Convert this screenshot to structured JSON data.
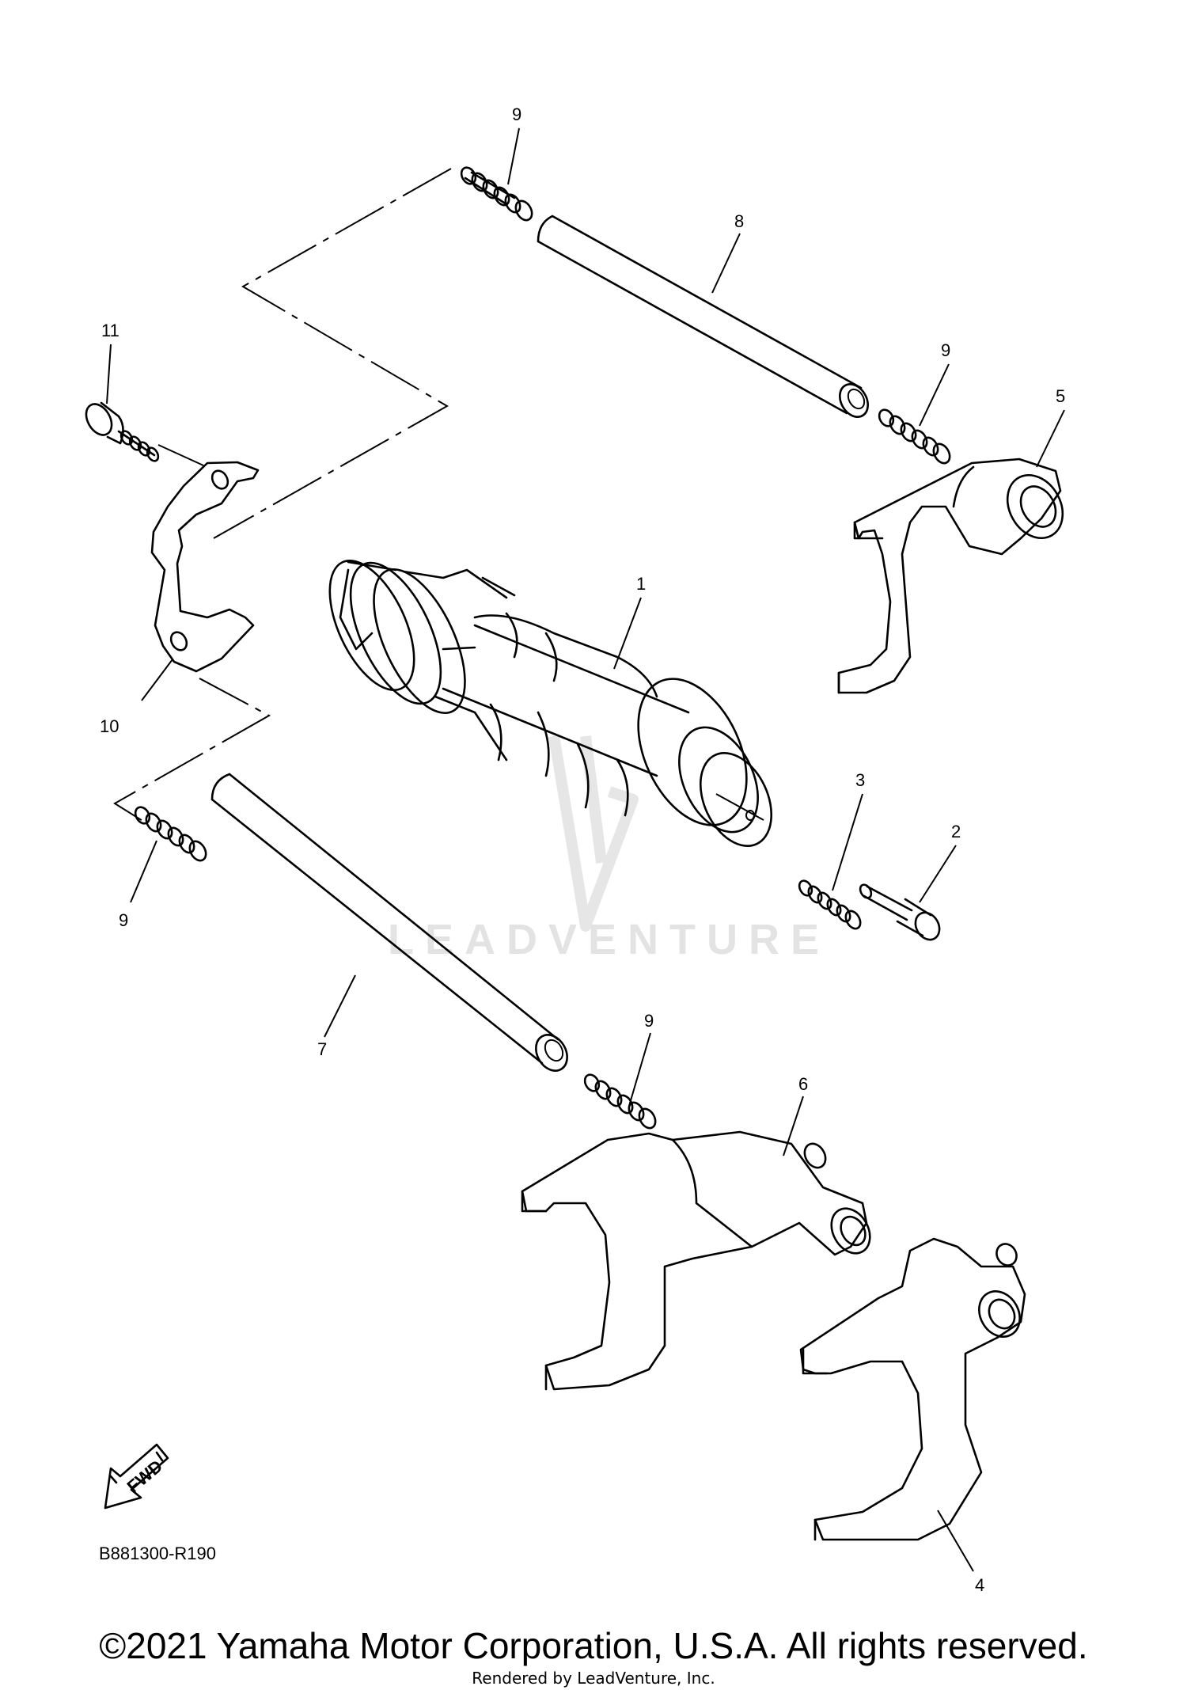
{
  "diagram_code": "B881300-R190",
  "fwd_label": "FWD",
  "watermark": "LEADVENTURE",
  "copyright": "©2021 Yamaha Motor Corporation, U.S.A. All rights reserved.",
  "rendered_by": "Rendered by LeadVenture, Inc.",
  "callouts": {
    "c1": "1",
    "c2": "2",
    "c3": "3",
    "c4": "4",
    "c5": "5",
    "c6": "6",
    "c7": "7",
    "c8": "8",
    "c9a": "9",
    "c9b": "9",
    "c9c": "9",
    "c9d": "9",
    "c10": "10",
    "c11": "11"
  }
}
